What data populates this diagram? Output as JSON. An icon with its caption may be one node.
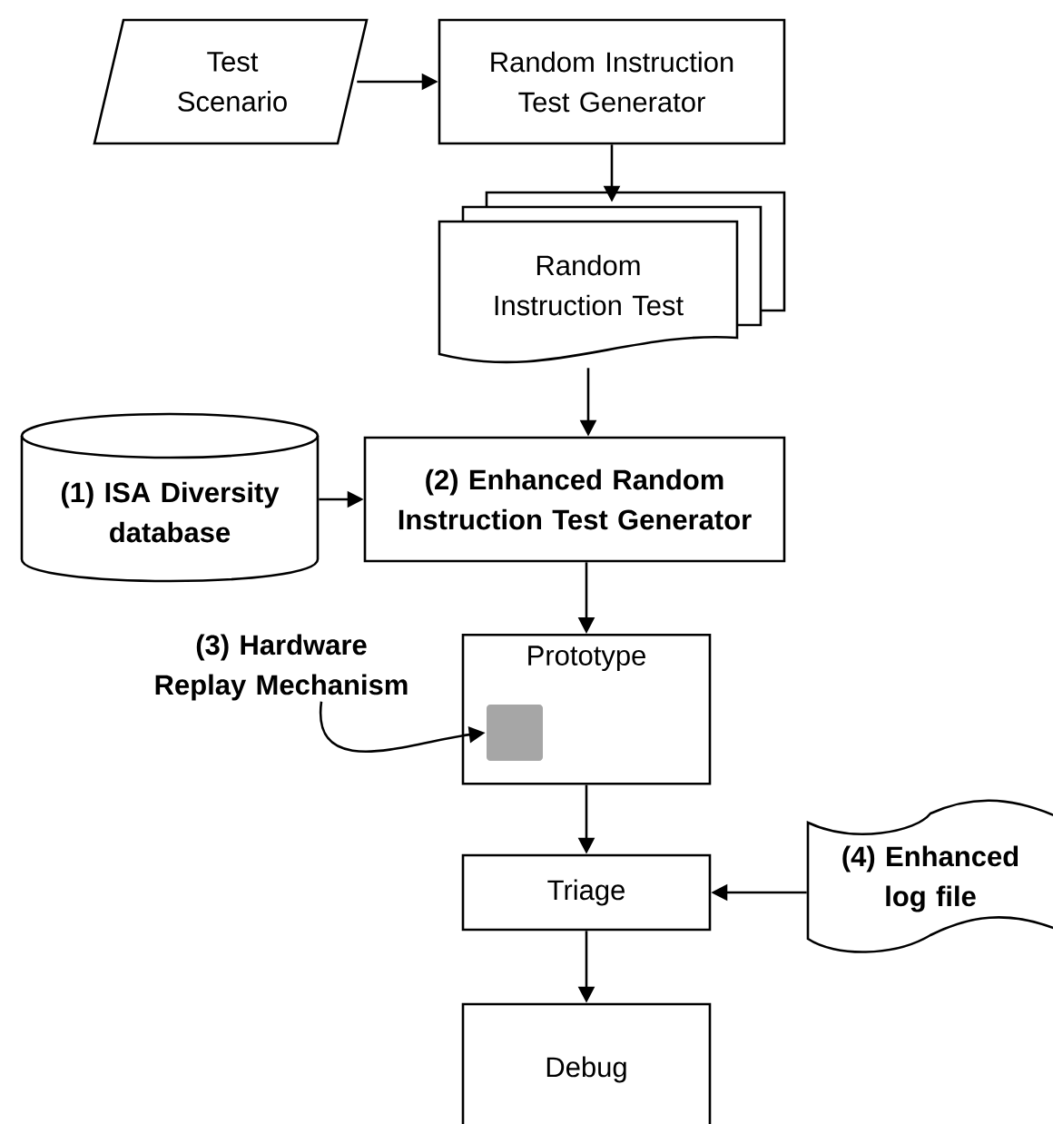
{
  "diagram": {
    "nodes": [
      {
        "text": [
          "Test Scenario"
        ]
      },
      {
        "text": [
          "Random Instruction Test Generator"
        ]
      },
      {
        "text": [
          "Random Instruction Test"
        ]
      },
      {
        "text": [
          "(1) ISA Diversity database"
        ]
      },
      {
        "text": [
          "(2) Enhanced Random Instruction Test Generator"
        ]
      },
      {
        "text": [
          "(3) Hardware Replay Mechanism"
        ]
      },
      {
        "text": [
          "Prototype"
        ]
      },
      {
        "text": [],
        "shape": "box",
        "in": 6
      },
      {
        "text": [
          "Triage"
        ]
      },
      {
        "text": [
          "(4) Enhanced log file"
        ]
      },
      {
        "text": [
          "Debug"
        ]
      }
    ],
    "edges": [
      {
        "from": 0,
        "to": 1,
        "arrow": "to"
      },
      {
        "from": 1,
        "to": 2,
        "arrow": "to"
      },
      {
        "from": 2,
        "to": 4,
        "arrow": "to"
      },
      {
        "from": 3,
        "to": 4,
        "arrow": "to"
      },
      {
        "from": 4,
        "to": 6,
        "arrow": "to"
      },
      {
        "from": 5,
        "to": 7,
        "arrow": "to"
      },
      {
        "from": 6,
        "to": 8,
        "arrow": "to"
      },
      {
        "from": 9,
        "to": 8,
        "arrow": "to"
      },
      {
        "from": 8,
        "to": 10,
        "arrow": "to"
      }
    ]
  }
}
